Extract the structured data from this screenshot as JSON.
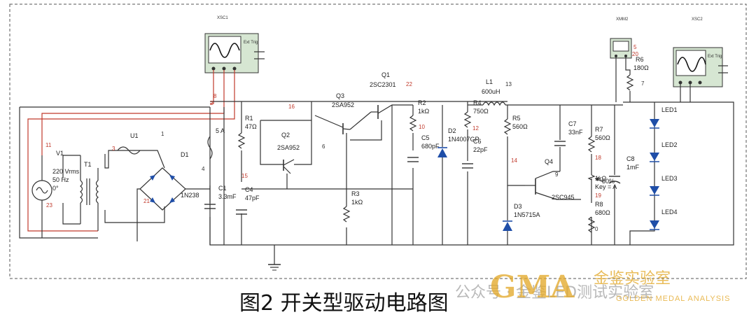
{
  "caption": "图2 开关型驱动电路图",
  "watermark": {
    "source": "公众号 · 金鉴LED测试实验室",
    "brand": "GMA",
    "brand_cn": "金鉴实验室",
    "brand_sub": "GOLDEN MEDAL ANALYSIS"
  },
  "instruments": {
    "xsc1": "XSC1",
    "xsc2": "XSC2",
    "xmm": "XMM2",
    "ext_trig": "Ext Trig"
  },
  "labels": {
    "v1": "V1",
    "v1_v": "220 Vrms",
    "v1_f": "50 Hz",
    "v1_p": "0°",
    "t1": "T1",
    "u1": "U1",
    "d1": "D1",
    "d1_part": "1N238",
    "fuse": "5 A",
    "r1": "R1",
    "r1_v": "47Ω",
    "c1": "C1",
    "c1_v": "3.3mF",
    "c4": "C4",
    "c4_v": "47pF",
    "q2": "Q2",
    "q2_part": "2SA952",
    "q3": "Q3",
    "q3_part": "2SA952",
    "q1": "Q1",
    "q1_part": "2SC2301",
    "r3": "R3",
    "r3_v": "1kΩ",
    "r2": "R2",
    "r2_v": "1kΩ",
    "c5": "C5",
    "c5_v": "680pF",
    "r4": "R4",
    "r4_v": "750Ω",
    "d2": "D2",
    "d2_part": "1N4007GP",
    "c6": "C6",
    "c6_v": "22pF",
    "l1": "L1",
    "l1_v": "600uH",
    "r5": "R5",
    "r5_v": "560Ω",
    "c7": "C7",
    "c7_v": "33nF",
    "r7": "R7",
    "r7_v": "560Ω",
    "r6": "R6",
    "r6_v": "180Ω",
    "c8": "C8",
    "c8_v": "1mF",
    "q4": "Q4",
    "q4_part": "2SC945",
    "d3": "D3",
    "d3_part": "1N5715A",
    "pot": "1kΩ",
    "pot_key": "Key = A",
    "pot_pct": "50%",
    "r8": "R8",
    "r8_v": "680Ω",
    "led1": "LED1",
    "led2": "LED2",
    "led3": "LED3",
    "led4": "LED4"
  },
  "nodes": {
    "n1": "1",
    "n2": "2",
    "n3": "3",
    "n4": "4",
    "n5": "5",
    "n6": "6",
    "n7": "7",
    "n8": "8",
    "n9": "9",
    "n10": "10",
    "n11": "11",
    "n12": "12",
    "n13": "13",
    "n14": "14",
    "n15": "15",
    "n16": "16",
    "n18": "18",
    "n19": "19",
    "n20": "20",
    "n21": "21",
    "n22": "22",
    "n23": "23",
    "n0": "0"
  }
}
